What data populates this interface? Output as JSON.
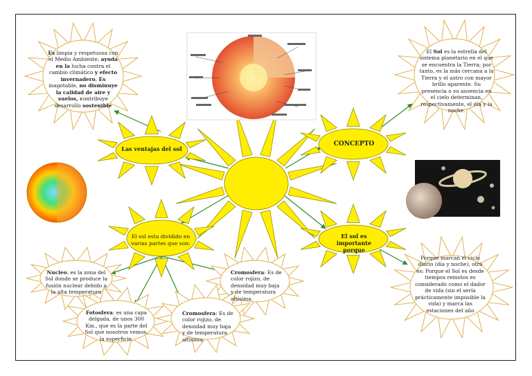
{
  "main_concepts": {
    "ventajas": "Las ventajas del sol",
    "concepto": "CONCEPTO",
    "importante": "El sol es importante porque",
    "partes": "El sol esta dividido en varias partes que son:"
  },
  "ventajas_text": {
    "p1": "Es",
    "p2": " limpia y respetuosa con el Medio Ambiente, ",
    "p3": "ayuda en la",
    "p4": " lucha contra el cambio climático ",
    "p5": "y efecto invernadero. Es",
    "p6": " inagotable, ",
    "p7": "no disminuye la calidad de aire y suelos, c",
    "p8": "ontribuye desarrollo ",
    "p9": "sostenible"
  },
  "concepto_text": {
    "p1": "El ",
    "p2": "Sol",
    "p3": " es la estrella del sistema planetario en el que se encuentra la Tierra; por tanto, es la más cercana a la Tierra y el astro con mayor brillo aparente. Su presencia o su ausencia en el cielo determinan, respectivamente, el día y la noche."
  },
  "importante_text": "Porque marcan el ciclo diario (día y noche), otra es: Porque el Sol es desde tiempos remotos es considerado como el dador de vida (sin el sería prácticamente imposible la vida) y marca las estaciones del año",
  "parts": {
    "nucleo_label": "Nucleo",
    "nucleo_text": ": es la zona del Sol donde se produce la fusión nuclear debido a la alta temperatura",
    "fotosfera_label": "Fotosfera",
    "fotosfera_text": ": es una capa delgada, de unos 300 Km., que es la parte del Sol que nosotros vemos, la superficie.",
    "cromosfera_label": "Cromosfera",
    "cromosfera_text": ": Es de color rojizo, de densidad muy baja y de temperatura altísima.",
    "cromosfera2_label": "Cromosfera",
    "cromosfera2_text": ": Es de color rojizo, de densidad muy baja y de temperatura altísima."
  },
  "colors": {
    "sun_fill": "#ffee00",
    "sun_stroke": "#8a8200",
    "burst_stroke": "#e0b050",
    "arrow": "#2e8b2e"
  }
}
